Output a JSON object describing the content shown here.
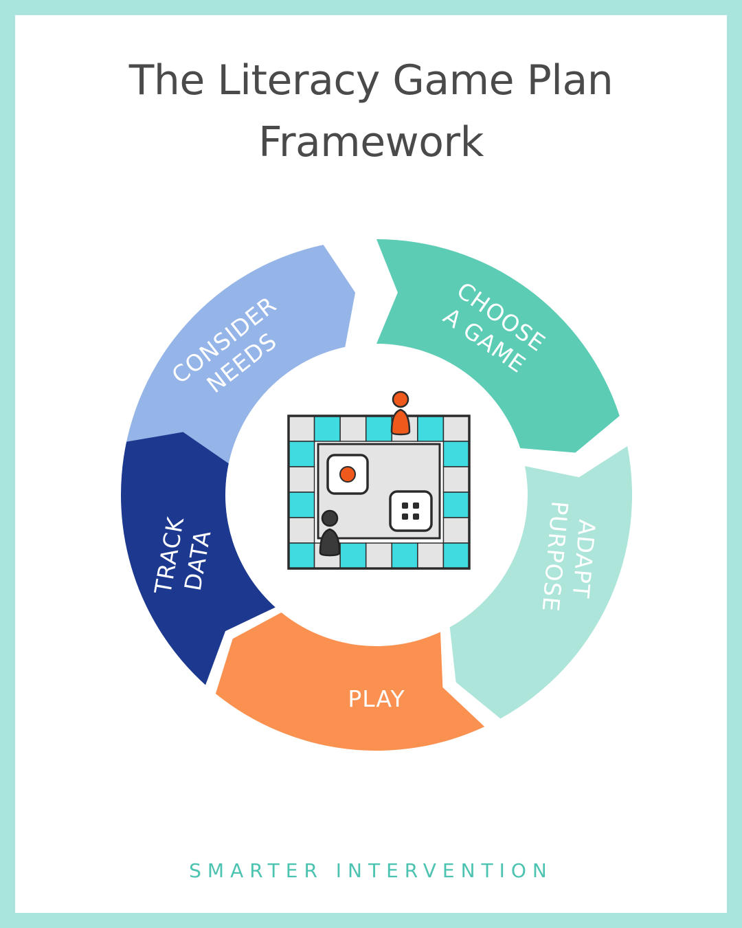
{
  "title": {
    "line1": "The Literacy Game Plan",
    "line2": "Framework"
  },
  "segments": [
    {
      "id": "consider-needs",
      "lines": [
        "CONSIDER",
        "NEEDS"
      ],
      "color": "#95b4e7"
    },
    {
      "id": "choose-a-game",
      "lines": [
        "CHOOSE",
        "A GAME"
      ],
      "color": "#5cccb5"
    },
    {
      "id": "adapt-purpose",
      "lines": [
        "ADAPT",
        "PURPOSE"
      ],
      "color": "#ade5da"
    },
    {
      "id": "play",
      "lines": [
        "PLAY"
      ],
      "color": "#fa9150"
    },
    {
      "id": "track-data",
      "lines": [
        "TRACK",
        "DATA"
      ],
      "color": "#1d398f"
    }
  ],
  "center_icon": "board-game-icon",
  "colors": {
    "border": "#a9e5dd",
    "title": "#4a4a4a",
    "footer": "#4cc3b0",
    "board_cyan": "#3fdbe0",
    "board_gray": "#e4e4e4",
    "pawn_orange": "#ef5a1c",
    "pawn_dark": "#3a3a3a"
  },
  "footer": "SMARTER INTERVENTION"
}
